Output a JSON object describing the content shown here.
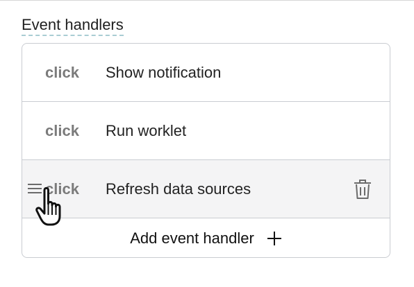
{
  "section": {
    "title": "Event handlers"
  },
  "handlers": [
    {
      "event": "click",
      "action": "Show notification"
    },
    {
      "event": "click",
      "action": "Run worklet"
    },
    {
      "event": "click",
      "action": "Refresh data sources"
    }
  ],
  "add_button": {
    "label": "Add event handler"
  },
  "icons": {
    "drag": "drag-handle-icon",
    "delete": "trash-icon",
    "add": "plus-icon",
    "cursor": "hand-pointer-cursor-icon"
  },
  "colors": {
    "border": "#c9ccd1",
    "hover_row": "#f4f4f5",
    "event_text": "#7b7b7b",
    "title_underline": "#a9cdd3"
  }
}
